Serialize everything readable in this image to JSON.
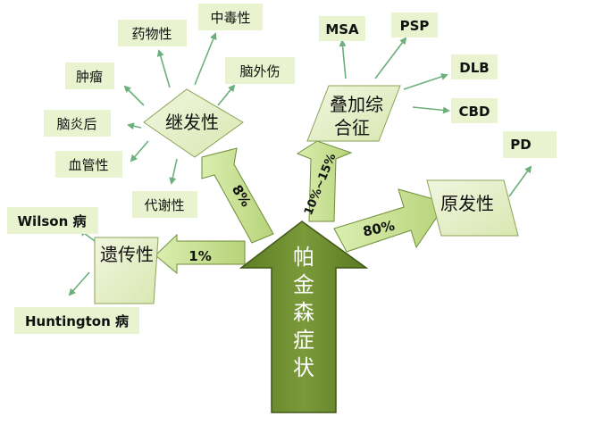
{
  "center": {
    "label": "帕金森症状",
    "chars": [
      "帕",
      "金",
      "森",
      "症",
      "状"
    ]
  },
  "categories": {
    "secondary": {
      "label": "继发性",
      "percent": "8%"
    },
    "overlap": {
      "label_line1": "叠加综",
      "label_line2": "合征",
      "percent": "10%~15%"
    },
    "primary": {
      "label": "原发性",
      "percent": "80%"
    },
    "hereditary": {
      "label": "遗传性",
      "percent": "1%"
    }
  },
  "secondary_items": {
    "tumor": "肿瘤",
    "drug": "药物性",
    "poison": "中毒性",
    "trauma": "脑外伤",
    "encephalitis": "脑炎后",
    "vascular": "血管性",
    "metabolic": "代谢性"
  },
  "overlap_items": {
    "msa": "MSA",
    "psp": "PSP",
    "dlb": "DLB",
    "cbd": "CBD"
  },
  "primary_items": {
    "pd": "PD"
  },
  "hereditary_items": {
    "wilson": "Wilson 病",
    "huntington": "Huntington 病"
  },
  "colors": {
    "center_arrow": "#6a8a2a",
    "arrow_light": "#cfe59b",
    "node_fill": "#e6efc8",
    "label_fill": "#e9f3cf",
    "connector": "#6bb07a"
  }
}
